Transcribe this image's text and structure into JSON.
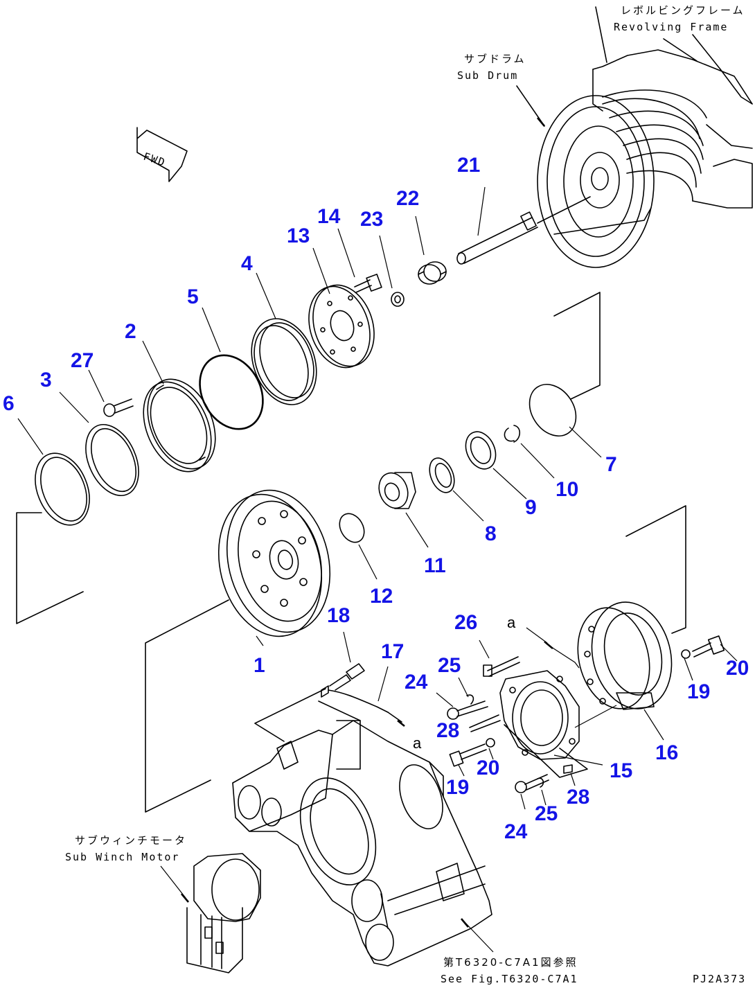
{
  "labels": {
    "revolving_frame_jp": "レボルビングフレーム",
    "revolving_frame_en": "Revolving Frame",
    "sub_drum_jp": "サブドラム",
    "sub_drum_en": "Sub Drum",
    "sub_winch_motor_jp": "サブウィンチモータ",
    "sub_winch_motor_en": "Sub Winch Motor",
    "see_fig_jp": "第T6320-C7A1図参照",
    "see_fig_en": "See Fig.T6320-C7A1",
    "fwd": "FWD",
    "drawing_code": "PJ2A373"
  },
  "ref_marks": [
    "a",
    "a"
  ],
  "part_numbers": [
    "6",
    "3",
    "27",
    "2",
    "5",
    "4",
    "13",
    "14",
    "23",
    "22",
    "21",
    "7",
    "10",
    "9",
    "8",
    "11",
    "12",
    "1",
    "18",
    "17",
    "26",
    "25",
    "24",
    "28",
    "19",
    "20",
    "15",
    "16",
    "25",
    "28",
    "24",
    "19",
    "20"
  ],
  "colors": {
    "callout": "#1414e6",
    "line": "#000000"
  }
}
